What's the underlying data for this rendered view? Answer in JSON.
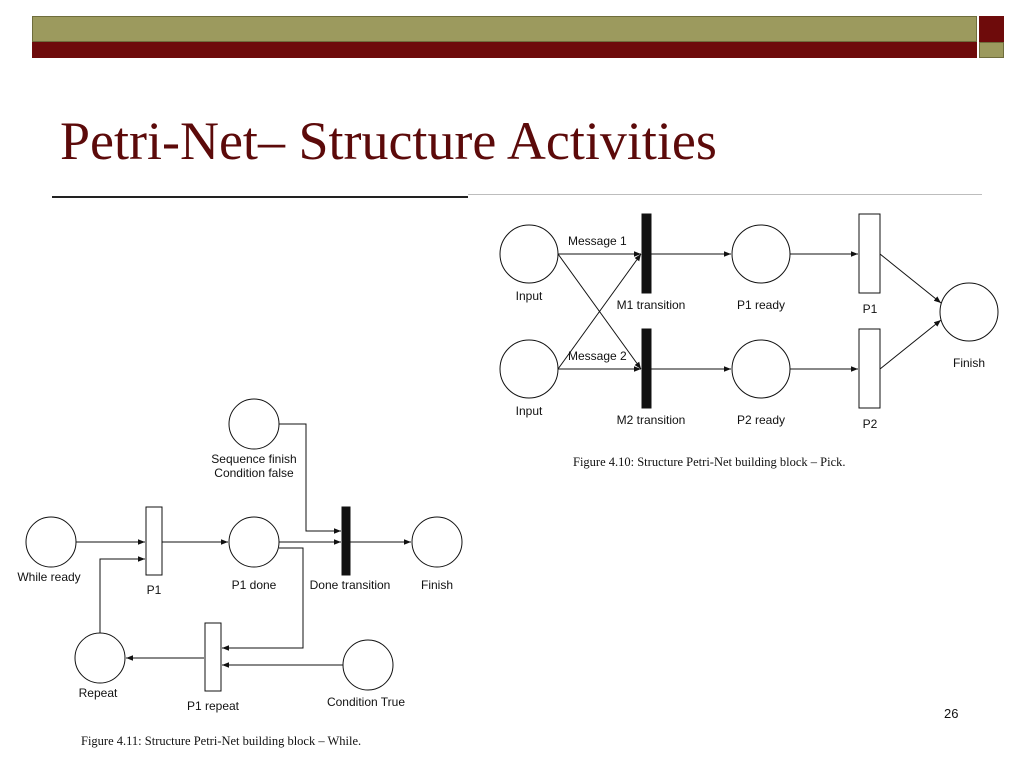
{
  "slide": {
    "title": "Petri-Net– Structure Activities",
    "page_number": "26",
    "colors": {
      "olive": "#9c9a5e",
      "maroon": "#6e0b0b",
      "title": "#5c0a0a"
    }
  },
  "pick": {
    "caption": "Figure 4.10: Structure Petri-Net building block – Pick.",
    "labels": {
      "input_top": "Input",
      "input_bottom": "Input",
      "message1": "Message 1",
      "message2": "Message 2",
      "m1_transition": "M1 transition",
      "m2_transition": "M2 transition",
      "p1_ready": "P1 ready",
      "p2_ready": "P2 ready",
      "p1": "P1",
      "p2": "P2",
      "finish": "Finish"
    }
  },
  "while": {
    "caption": "Figure 4.11: Structure Petri-Net building block – While.",
    "labels": {
      "seq_finish_1": "Sequence finish",
      "seq_finish_2": "Condition false",
      "while_ready": "While ready",
      "p1": "P1",
      "p1_done": "P1 done",
      "done_transition": "Done transition",
      "finish": "Finish",
      "repeat": "Repeat",
      "p1_repeat": "P1 repeat",
      "condition_true": "Condition True"
    }
  }
}
